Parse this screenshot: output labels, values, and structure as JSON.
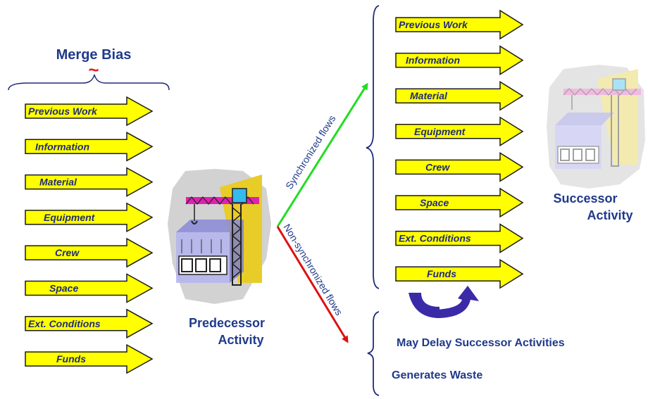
{
  "title": "Merge Bias",
  "tilde": "~",
  "inputs": [
    "Previous Work",
    "Information",
    "Material",
    "Equipment",
    "Crew",
    "Space",
    "Ext. Conditions",
    "Funds"
  ],
  "predecessor": [
    "Predecessor",
    "Activity"
  ],
  "successor": [
    "Successor",
    "Activity"
  ],
  "sync_label": "Synchronized flows",
  "nonsync_label": "Non-synchronized flows",
  "outcomes": [
    "May Delay Successor Activities",
    "Generates Waste"
  ],
  "colors": {
    "arrow_fill": "#ffff00",
    "text": "#1f3a8a",
    "sync": "#22dd22",
    "nonsync": "#dd1111",
    "curve_arrow": "#3b2aa8",
    "tilde": "#e02020"
  }
}
